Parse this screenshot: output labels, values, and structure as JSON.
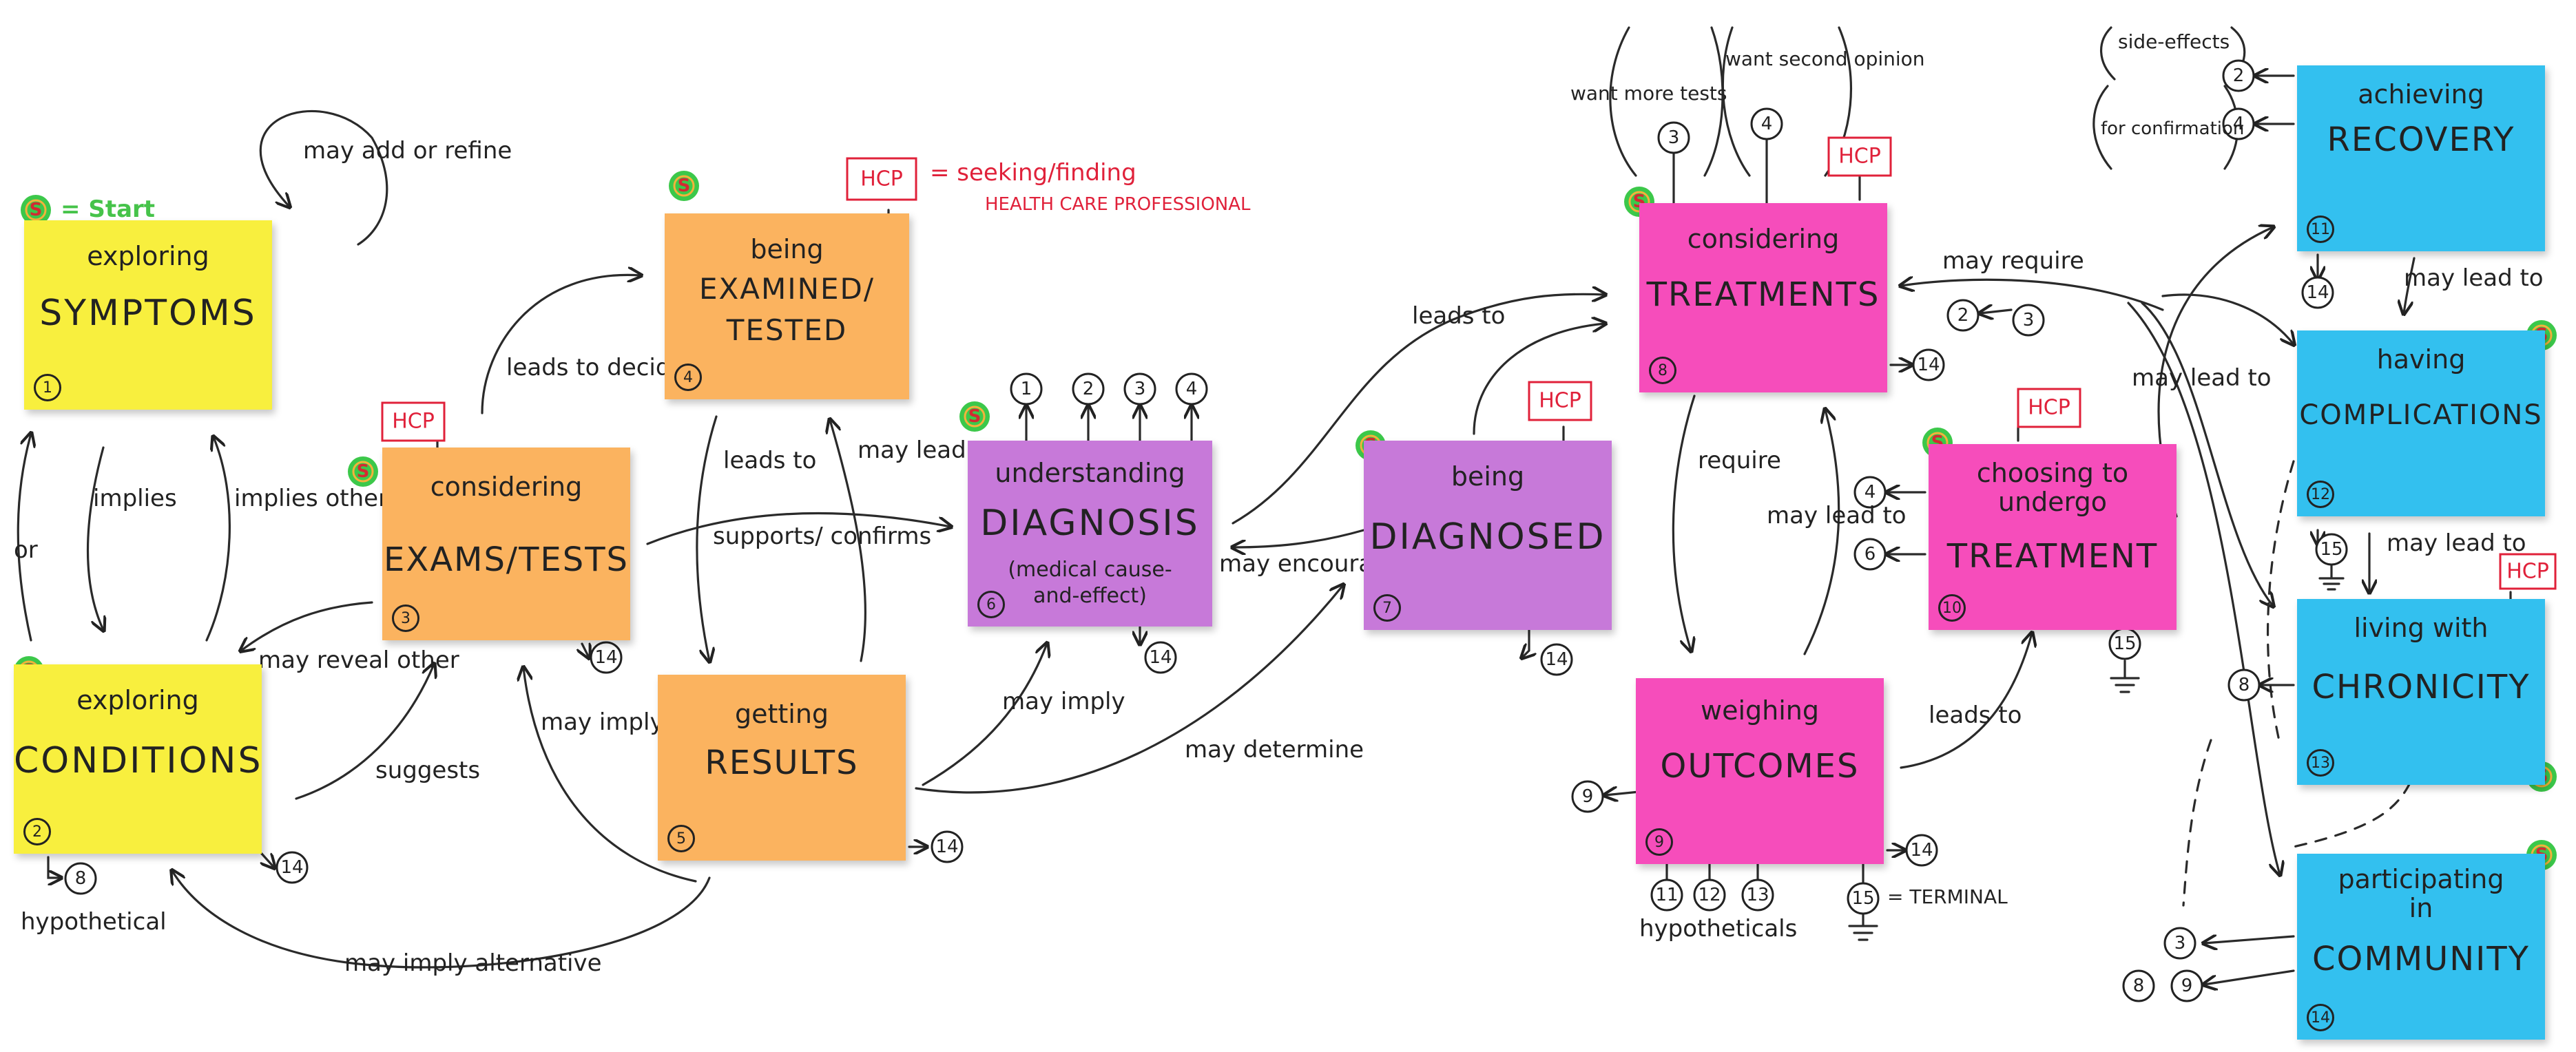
{
  "legend": {
    "start_marker": "S",
    "start_label": "= Start",
    "hcp_tag": "HCP",
    "hcp_meaning_line1": "= seeking/finding",
    "hcp_meaning_line2": "HEALTH CARE PROFESSIONAL",
    "terminal_label": "= TERMINAL"
  },
  "notes": {
    "exploring_symptoms": {
      "small": "exploring",
      "big": "SYMPTOMS",
      "num": "1",
      "color": "#f8ef3e"
    },
    "exploring_conditions": {
      "small": "exploring",
      "big": "CONDITIONS",
      "num": "2",
      "color": "#f8ef3e"
    },
    "considering_exams": {
      "small": "considering",
      "big": "EXAMS/TESTS",
      "num": "3",
      "color": "#fbb35f"
    },
    "being_examined": {
      "small": "being",
      "big_line1": "EXAMINED/",
      "big_line2": "TESTED",
      "num": "4",
      "color": "#fbb35f"
    },
    "getting_results": {
      "small": "getting",
      "big": "RESULTS",
      "num": "5",
      "color": "#fbb35f"
    },
    "understanding_diagnosis": {
      "small": "understanding",
      "big": "DIAGNOSIS",
      "sub_line1": "(medical cause-",
      "sub_line2": "and-effect)",
      "num": "6",
      "color": "#c779d9"
    },
    "being_diagnosed": {
      "small": "being",
      "big": "DIAGNOSED",
      "num": "7",
      "color": "#c779d9"
    },
    "considering_treatments": {
      "small": "considering",
      "big": "TREATMENTS",
      "num": "8",
      "color": "#f64dbb"
    },
    "weighing_outcomes": {
      "small": "weighing",
      "big": "OUTCOMES",
      "num": "9",
      "color": "#f64dbb"
    },
    "choosing_treatment": {
      "small_line1": "choosing to",
      "small_line2": "undergo",
      "big": "TREATMENT",
      "num": "10",
      "color": "#f64dbb"
    },
    "achieving_recovery": {
      "small": "achieving",
      "big": "RECOVERY",
      "num": "11",
      "color": "#33c0ef"
    },
    "having_complications": {
      "small": "having",
      "big": "COMPLICATIONS",
      "num": "12",
      "color": "#33c0ef"
    },
    "living_chronicity": {
      "small": "living with",
      "big": "CHRONICITY",
      "num": "13",
      "color": "#33c0ef"
    },
    "participating_community": {
      "small_line1": "participating",
      "small_line2": "in",
      "big": "COMMUNITY",
      "num": "14",
      "color": "#33c0ef"
    }
  },
  "connectors": {
    "may_add_or_refine": "may add or refine",
    "or": "or",
    "implies": "implies",
    "implies_other": "implies other",
    "may_reveal_other": "may reveal other",
    "hypothetical": "hypothetical",
    "suggests": "suggests",
    "leads_to_deciding_to": "leads to deciding to",
    "may_imply_more": "may imply more",
    "may_imply_alternative": "may imply alternative",
    "leads_to_a": "leads to",
    "supports_confirms": "supports/ confirms",
    "may_lead_to_more": "may lead to more",
    "may_imply": "may imply",
    "may_determine": "may determine",
    "leads_to_b": "leads to",
    "may_encourage": "may encourage",
    "want_more_tests": "want more tests",
    "want_second_opinion": "want second opinion",
    "may_require": "may require",
    "require": "require",
    "may_lead_to_a": "may lead to",
    "leads_to_c": "leads to",
    "hypotheticals": "hypotheticals",
    "side_effects": "side-effects",
    "for_confirmation": "for confirmation",
    "may_lead_to_b": "may lead to",
    "may_lead_to_c": "may lead to",
    "may_lead_to_d": "may lead to"
  }
}
